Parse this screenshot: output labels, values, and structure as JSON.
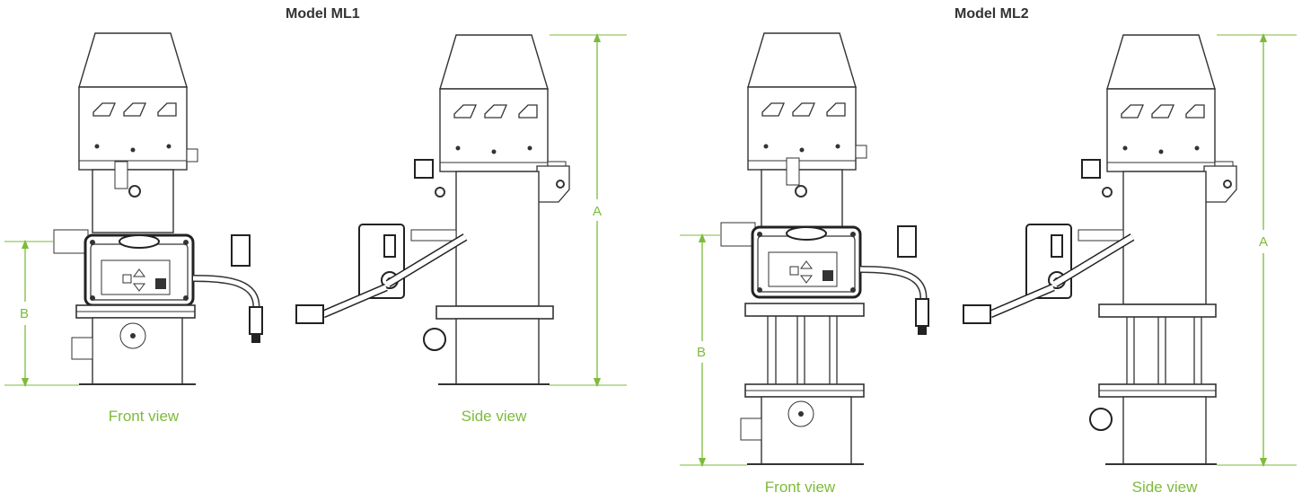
{
  "models": [
    {
      "title": "Model ML1",
      "front_caption": "Front view",
      "side_caption": "Side view",
      "dim_a": "A",
      "dim_b": "B"
    },
    {
      "title": "Model ML2",
      "front_caption": "Front view",
      "side_caption": "Side view",
      "dim_a": "A",
      "dim_b": "B"
    }
  ],
  "colors": {
    "accent": "#7dbb3a",
    "line": "#333333"
  }
}
